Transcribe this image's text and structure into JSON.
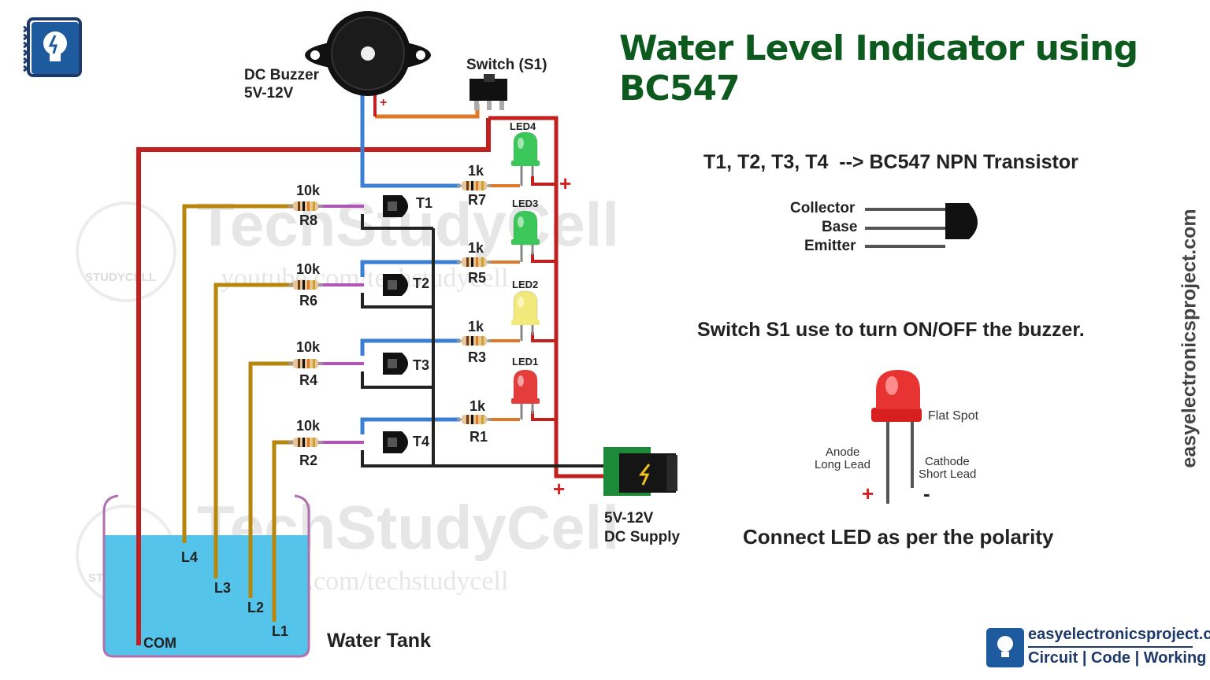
{
  "title": "Water Level Indicator using BC547",
  "watermarks": [
    "TechStudyCell",
    "youtube.com/techstudycell",
    "STUDYCELL"
  ],
  "buzzer": {
    "label_line1": "DC Buzzer",
    "label_line2": "5V-12V",
    "plus": "+"
  },
  "switch": {
    "label": "Switch (S1)"
  },
  "transistors": [
    "T1",
    "T2",
    "T3",
    "T4"
  ],
  "base_resistors": [
    {
      "value": "10k",
      "name": "R8"
    },
    {
      "value": "10k",
      "name": "R6"
    },
    {
      "value": "10k",
      "name": "R4"
    },
    {
      "value": "10k",
      "name": "R2"
    }
  ],
  "led_resistors": [
    {
      "value": "1k",
      "name": "R7"
    },
    {
      "value": "1k",
      "name": "R5"
    },
    {
      "value": "1k",
      "name": "R3"
    },
    {
      "value": "1k",
      "name": "R1"
    }
  ],
  "leds": [
    {
      "name": "LED4",
      "color": "#3cc75a"
    },
    {
      "name": "LED3",
      "color": "#3cc75a"
    },
    {
      "name": "LED2",
      "color": "#f1ea7a"
    },
    {
      "name": "LED1",
      "color": "#e53c3c"
    }
  ],
  "supply": {
    "line1": "5V-12V",
    "line2": "DC Supply",
    "plus": "+"
  },
  "plus_sign": "+",
  "tank": {
    "label": "Water Tank",
    "probes": [
      "L4",
      "L3",
      "L2",
      "L1"
    ],
    "common": "COM"
  },
  "transistor_info": {
    "heading": "T1, T2, T3, T4  --> BC547 NPN Transistor",
    "pins": [
      "Collector",
      "Base",
      "Emitter"
    ]
  },
  "switch_note": "Switch S1 use to turn ON/OFF the buzzer.",
  "led_info": {
    "flat_spot": "Flat Spot",
    "anode_line1": "Anode",
    "anode_line2": "Long Lead",
    "cathode_line1": "Cathode",
    "cathode_line2": "Short Lead",
    "plus": "+",
    "minus": "-",
    "note": "Connect LED as per the polarity"
  },
  "side_url": "easyelectronicsproject.com",
  "brand": {
    "url": "easyelectronicsproject.com",
    "tagline": "Circuit | Code | Working"
  },
  "colors": {
    "title": "#0d5a1f",
    "water": "#4fc3e8",
    "wire_red": "#c21f1f",
    "wire_blue": "#3b7fd4",
    "wire_gold": "#b8860b",
    "wire_orange": "#e0782a"
  }
}
